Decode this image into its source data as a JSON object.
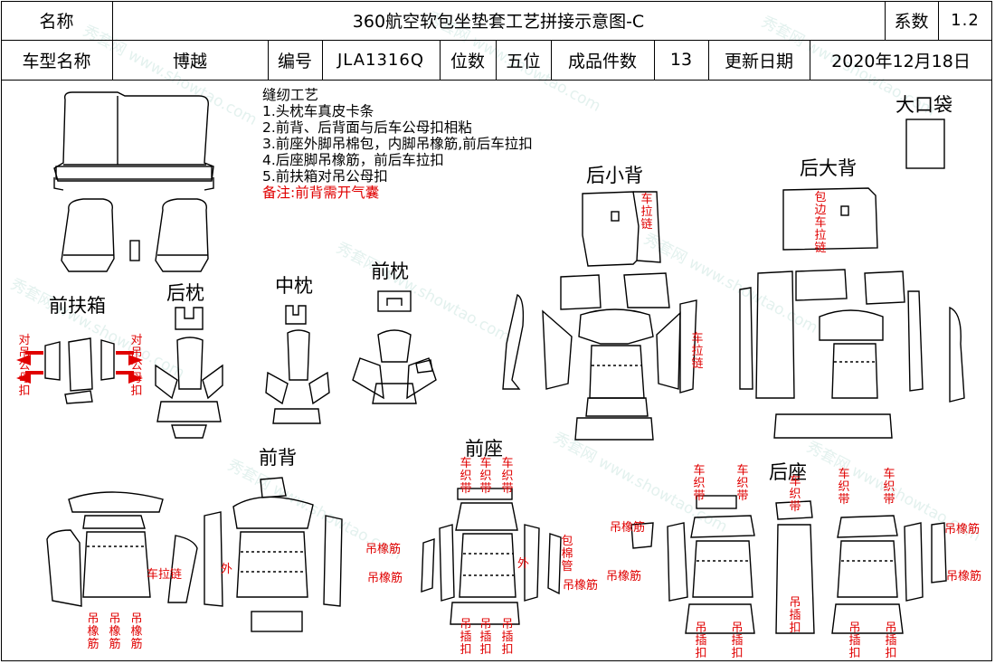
{
  "header": {
    "name_label": "名称",
    "title": "360航空软包坐垫套工艺拼接示意图-C",
    "coef_label": "系数",
    "coef_value": "1.2",
    "model_label": "车型名称",
    "model_value": "博越",
    "code_label": "编号",
    "code_value": "JLA1316Q",
    "seats_label": "位数",
    "seats_value": "五位",
    "pieces_label": "成品件数",
    "pieces_value": "13",
    "date_label": "更新日期",
    "date_value": "2020年12月18日"
  },
  "notes": {
    "title": "缝纫工艺",
    "lines": [
      "1.头枕车真皮卡条",
      "2.前背、后背面与后车公母扣相粘",
      "3.前座外脚吊棉包，内脚吊橡筋,前后车拉扣",
      "4.后座脚吊橡筋，前后车拉扣",
      "5.前扶箱对吊公母扣"
    ],
    "remark": "备注:前背需开气囊"
  },
  "sections": {
    "big_pocket": "大口袋",
    "rear_small_back": "后小背",
    "rear_big_back": "后大背",
    "front_armrest": "前扶箱",
    "rear_headrest": "后枕",
    "middle_headrest": "中枕",
    "front_headrest": "前枕",
    "front_back": "前背",
    "front_seat": "前座",
    "rear_seat": "后座"
  },
  "annotations": {
    "zipper_v": "车拉链",
    "edge_zipper": "包边车拉链",
    "snap_pair": "对吊公母扣",
    "zipper_h": "车拉链",
    "outer": "外",
    "elastic_v": "吊橡筋",
    "elastic_h": "吊橡筋",
    "webbing": "车织带",
    "cotton_pack": "包棉管",
    "hang_clip": "吊插扣"
  },
  "watermark": "秀套网 www.showtao.com",
  "colors": {
    "annotation": "#e00000",
    "line": "#000000",
    "watermark": "#d8ece8"
  }
}
